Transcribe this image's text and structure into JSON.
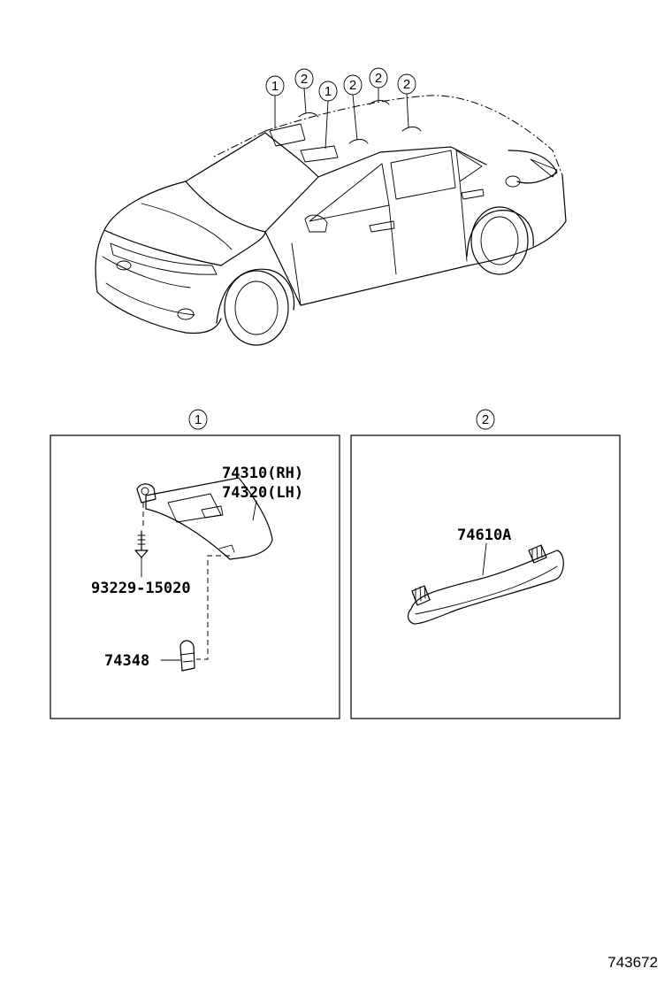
{
  "overview": {
    "callouts": [
      "1",
      "2",
      "1",
      "2",
      "2",
      "2"
    ]
  },
  "panels": [
    {
      "number": "1",
      "parts": [
        "74310(RH)",
        "74320(LH)",
        "93229-15020",
        "74348"
      ]
    },
    {
      "number": "2",
      "parts": [
        "74610A"
      ]
    }
  ],
  "illustration_code": "743672"
}
